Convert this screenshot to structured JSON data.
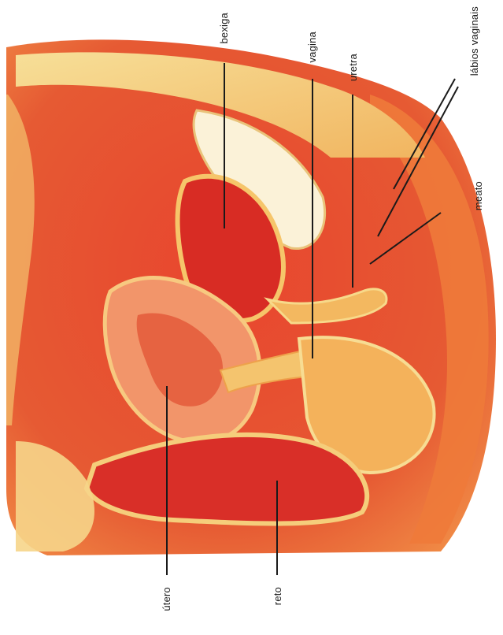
{
  "figure": {
    "labels": {
      "bexiga": "bexiga",
      "vagina": "vagina",
      "uretra": "uretra",
      "labios": "lábios vaginais",
      "meato": "meato",
      "utero": "útero",
      "reto": "reto"
    },
    "colors": {
      "background": "#ffffff",
      "tissue_light": "#f7d98a",
      "tissue_mid": "#f3a24a",
      "organ_red": "#e0372b",
      "organ_dark": "#c8241f",
      "outer_orange": "#ee7a3a",
      "leader_line": "#1a1a1a"
    }
  }
}
